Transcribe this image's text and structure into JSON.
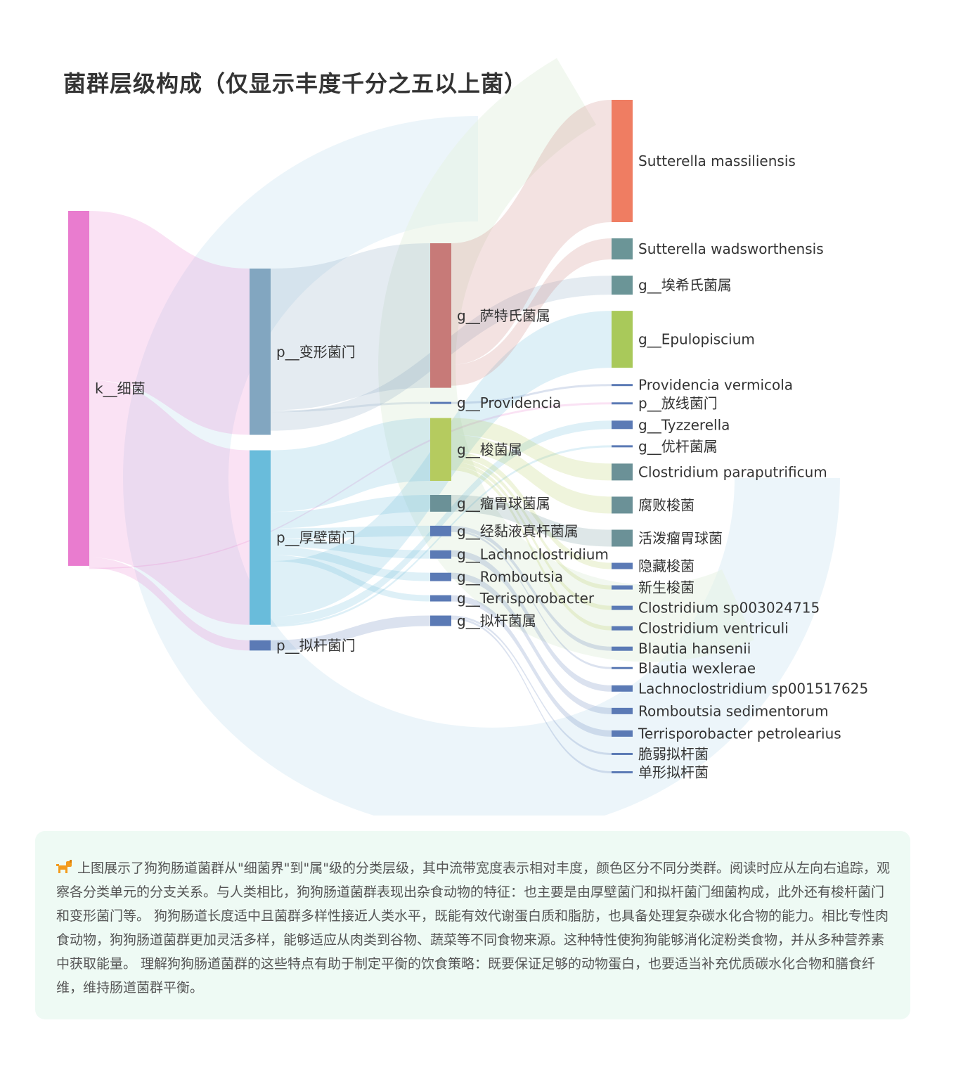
{
  "title": "菌群层级构成（仅显示丰度千分之五以上菌）",
  "watermark_text": "",
  "note": {
    "icon": "dog-icon",
    "text": "上图展示了狗狗肠道菌群从\"细菌界\"到\"属\"级的分类层级，其中流带宽度表示相对丰度，颜色区分不同分类群。阅读时应从左向右追踪，观察各分类单元的分支关系。与人类相比，狗狗肠道菌群表现出杂食动物的特征：也主要是由厚壁菌门和拟杆菌门细菌构成，此外还有梭杆菌门和变形菌门等。 狗狗肠道长度适中且菌群多样性接近人类水平，既能有效代谢蛋白质和脂肪，也具备处理复杂碳水化合物的能力。相比专性肉食动物，狗狗肠道菌群更加灵活多样，能够适应从肉类到谷物、蔬菜等不同食物来源。这种特性使狗狗能够消化淀粉类食物，并从多种营养素中获取能量。 理解狗狗肠道菌群的这些特点有助于制定平衡的饮食策略：既要保证足够的动物蛋白，也要适当补充优质碳水化合物和膳食纤维，维持肠道菌群平衡。"
  },
  "sankey": {
    "nodes": [
      {
        "id": "k",
        "label": "k__细菌",
        "level": 0,
        "value": 170,
        "color": "#e97ccf"
      },
      {
        "id": "p1",
        "label": "p__变形菌门",
        "level": 1,
        "value": 81,
        "color": "#82a6c0"
      },
      {
        "id": "p2",
        "label": "p__厚壁菌门",
        "level": 1,
        "value": 85,
        "color": "#69bcdb"
      },
      {
        "id": "p3",
        "label": "p__拟杆菌门",
        "level": 1,
        "value": 5,
        "color": "#5b7ab5"
      },
      {
        "id": "g1",
        "label": "g__萨特氏菌属",
        "level": 2,
        "value": 69,
        "color": "#c77a78"
      },
      {
        "id": "g2",
        "label": "g__Providencia",
        "level": 2,
        "value": 1,
        "color": "#5b7ab5"
      },
      {
        "id": "g3",
        "label": "g__梭菌属",
        "level": 2,
        "value": 30,
        "color": "#b5cb5f"
      },
      {
        "id": "g4",
        "label": "g__瘤胃球菌属",
        "level": 2,
        "value": 8,
        "color": "#6b9197"
      },
      {
        "id": "g5",
        "label": "g__经黏液真杆菌属",
        "level": 2,
        "value": 5,
        "color": "#5b7ab5"
      },
      {
        "id": "g6",
        "label": "g__Lachnoclostridium",
        "level": 2,
        "value": 4,
        "color": "#5b7ab5"
      },
      {
        "id": "g7",
        "label": "g__Romboutsia",
        "level": 2,
        "value": 4,
        "color": "#5b7ab5"
      },
      {
        "id": "g8",
        "label": "g__Terrisporobacter",
        "level": 2,
        "value": 3,
        "color": "#5b7ab5"
      },
      {
        "id": "g9",
        "label": "g__拟杆菌属",
        "level": 2,
        "value": 5,
        "color": "#5b7ab5"
      },
      {
        "id": "s1",
        "label": "Sutterella massiliensis",
        "level": 3,
        "value": 58,
        "color": "#ef7d62"
      },
      {
        "id": "s2",
        "label": "Sutterella wadsworthensis",
        "level": 3,
        "value": 10,
        "color": "#6b9597"
      },
      {
        "id": "s3",
        "label": "g__埃希氏菌属",
        "level": 3,
        "value": 9,
        "color": "#6b9597"
      },
      {
        "id": "s4",
        "label": "g__Epulopiscium",
        "level": 3,
        "value": 27,
        "color": "#a9c95a"
      },
      {
        "id": "s5",
        "label": "Providencia vermicola",
        "level": 3,
        "value": 1,
        "color": "#5b7ab5"
      },
      {
        "id": "s6",
        "label": "p__放线菌门",
        "level": 3,
        "value": 0.5,
        "color": "#5b7ab5"
      },
      {
        "id": "s7",
        "label": "g__Tyzzerella",
        "level": 3,
        "value": 4,
        "color": "#5b7ab5"
      },
      {
        "id": "s8",
        "label": "g__优杆菌属",
        "level": 3,
        "value": 1,
        "color": "#5b7ab5"
      },
      {
        "id": "s9",
        "label": "Clostridium paraputrificum",
        "level": 3,
        "value": 8,
        "color": "#6b9197"
      },
      {
        "id": "s10",
        "label": "腐败梭菌",
        "level": 3,
        "value": 8,
        "color": "#6b9197"
      },
      {
        "id": "s11",
        "label": "活泼瘤胃球菌",
        "level": 3,
        "value": 8,
        "color": "#6b9197"
      },
      {
        "id": "s12",
        "label": "隐藏梭菌",
        "level": 3,
        "value": 3,
        "color": "#5b7ab5"
      },
      {
        "id": "s13",
        "label": "新生梭菌",
        "level": 3,
        "value": 2,
        "color": "#5b7ab5"
      },
      {
        "id": "s14",
        "label": "Clostridium sp003024715",
        "level": 3,
        "value": 2,
        "color": "#5b7ab5"
      },
      {
        "id": "s15",
        "label": "Clostridium ventriculi",
        "level": 3,
        "value": 2,
        "color": "#5b7ab5"
      },
      {
        "id": "s16",
        "label": "Blautia hansenii",
        "level": 3,
        "value": 2,
        "color": "#5b7ab5"
      },
      {
        "id": "s17",
        "label": "Blautia wexlerae",
        "level": 3,
        "value": 1,
        "color": "#5b7ab5"
      },
      {
        "id": "s18",
        "label": "Lachnoclostridium sp001517625",
        "level": 3,
        "value": 3,
        "color": "#5b7ab5"
      },
      {
        "id": "s19",
        "label": "Romboutsia sedimentorum",
        "level": 3,
        "value": 3,
        "color": "#5b7ab5"
      },
      {
        "id": "s20",
        "label": "Terrisporobacter petrolearius",
        "level": 3,
        "value": 3,
        "color": "#5b7ab5"
      },
      {
        "id": "s21",
        "label": "脆弱拟杆菌",
        "level": 3,
        "value": 1,
        "color": "#5b7ab5"
      },
      {
        "id": "s22",
        "label": "单形拟杆菌",
        "level": 3,
        "value": 1,
        "color": "#5b7ab5"
      }
    ],
    "links": [
      {
        "source": "k",
        "target": "p1",
        "value": 81
      },
      {
        "source": "k",
        "target": "p2",
        "value": 85
      },
      {
        "source": "k",
        "target": "p3",
        "value": 5
      },
      {
        "source": "k",
        "target": "s6",
        "value": 0.5
      },
      {
        "source": "p1",
        "target": "g1",
        "value": 69
      },
      {
        "source": "p1",
        "target": "g2",
        "value": 1
      },
      {
        "source": "p1",
        "target": "s3",
        "value": 9
      },
      {
        "source": "p2",
        "target": "g3",
        "value": 30
      },
      {
        "source": "p2",
        "target": "g4",
        "value": 8
      },
      {
        "source": "p2",
        "target": "g5",
        "value": 5
      },
      {
        "source": "p2",
        "target": "g6",
        "value": 4
      },
      {
        "source": "p2",
        "target": "g7",
        "value": 4
      },
      {
        "source": "p2",
        "target": "g8",
        "value": 3
      },
      {
        "source": "p2",
        "target": "s4",
        "value": 27
      },
      {
        "source": "p2",
        "target": "s7",
        "value": 4
      },
      {
        "source": "p2",
        "target": "s8",
        "value": 1
      },
      {
        "source": "p3",
        "target": "g9",
        "value": 5
      },
      {
        "source": "g1",
        "target": "s1",
        "value": 58
      },
      {
        "source": "g1",
        "target": "s2",
        "value": 10
      },
      {
        "source": "g2",
        "target": "s5",
        "value": 1
      },
      {
        "source": "g3",
        "target": "s9",
        "value": 8
      },
      {
        "source": "g3",
        "target": "s10",
        "value": 8
      },
      {
        "source": "g3",
        "target": "s12",
        "value": 3
      },
      {
        "source": "g3",
        "target": "s13",
        "value": 2
      },
      {
        "source": "g3",
        "target": "s14",
        "value": 2
      },
      {
        "source": "g3",
        "target": "s15",
        "value": 2
      },
      {
        "source": "g4",
        "target": "s11",
        "value": 8
      },
      {
        "source": "g5",
        "target": "s16",
        "value": 2
      },
      {
        "source": "g5",
        "target": "s17",
        "value": 1
      },
      {
        "source": "g6",
        "target": "s18",
        "value": 3
      },
      {
        "source": "g7",
        "target": "s19",
        "value": 3
      },
      {
        "source": "g8",
        "target": "s20",
        "value": 3
      },
      {
        "source": "g9",
        "target": "s21",
        "value": 1
      },
      {
        "source": "g9",
        "target": "s22",
        "value": 1
      }
    ]
  }
}
